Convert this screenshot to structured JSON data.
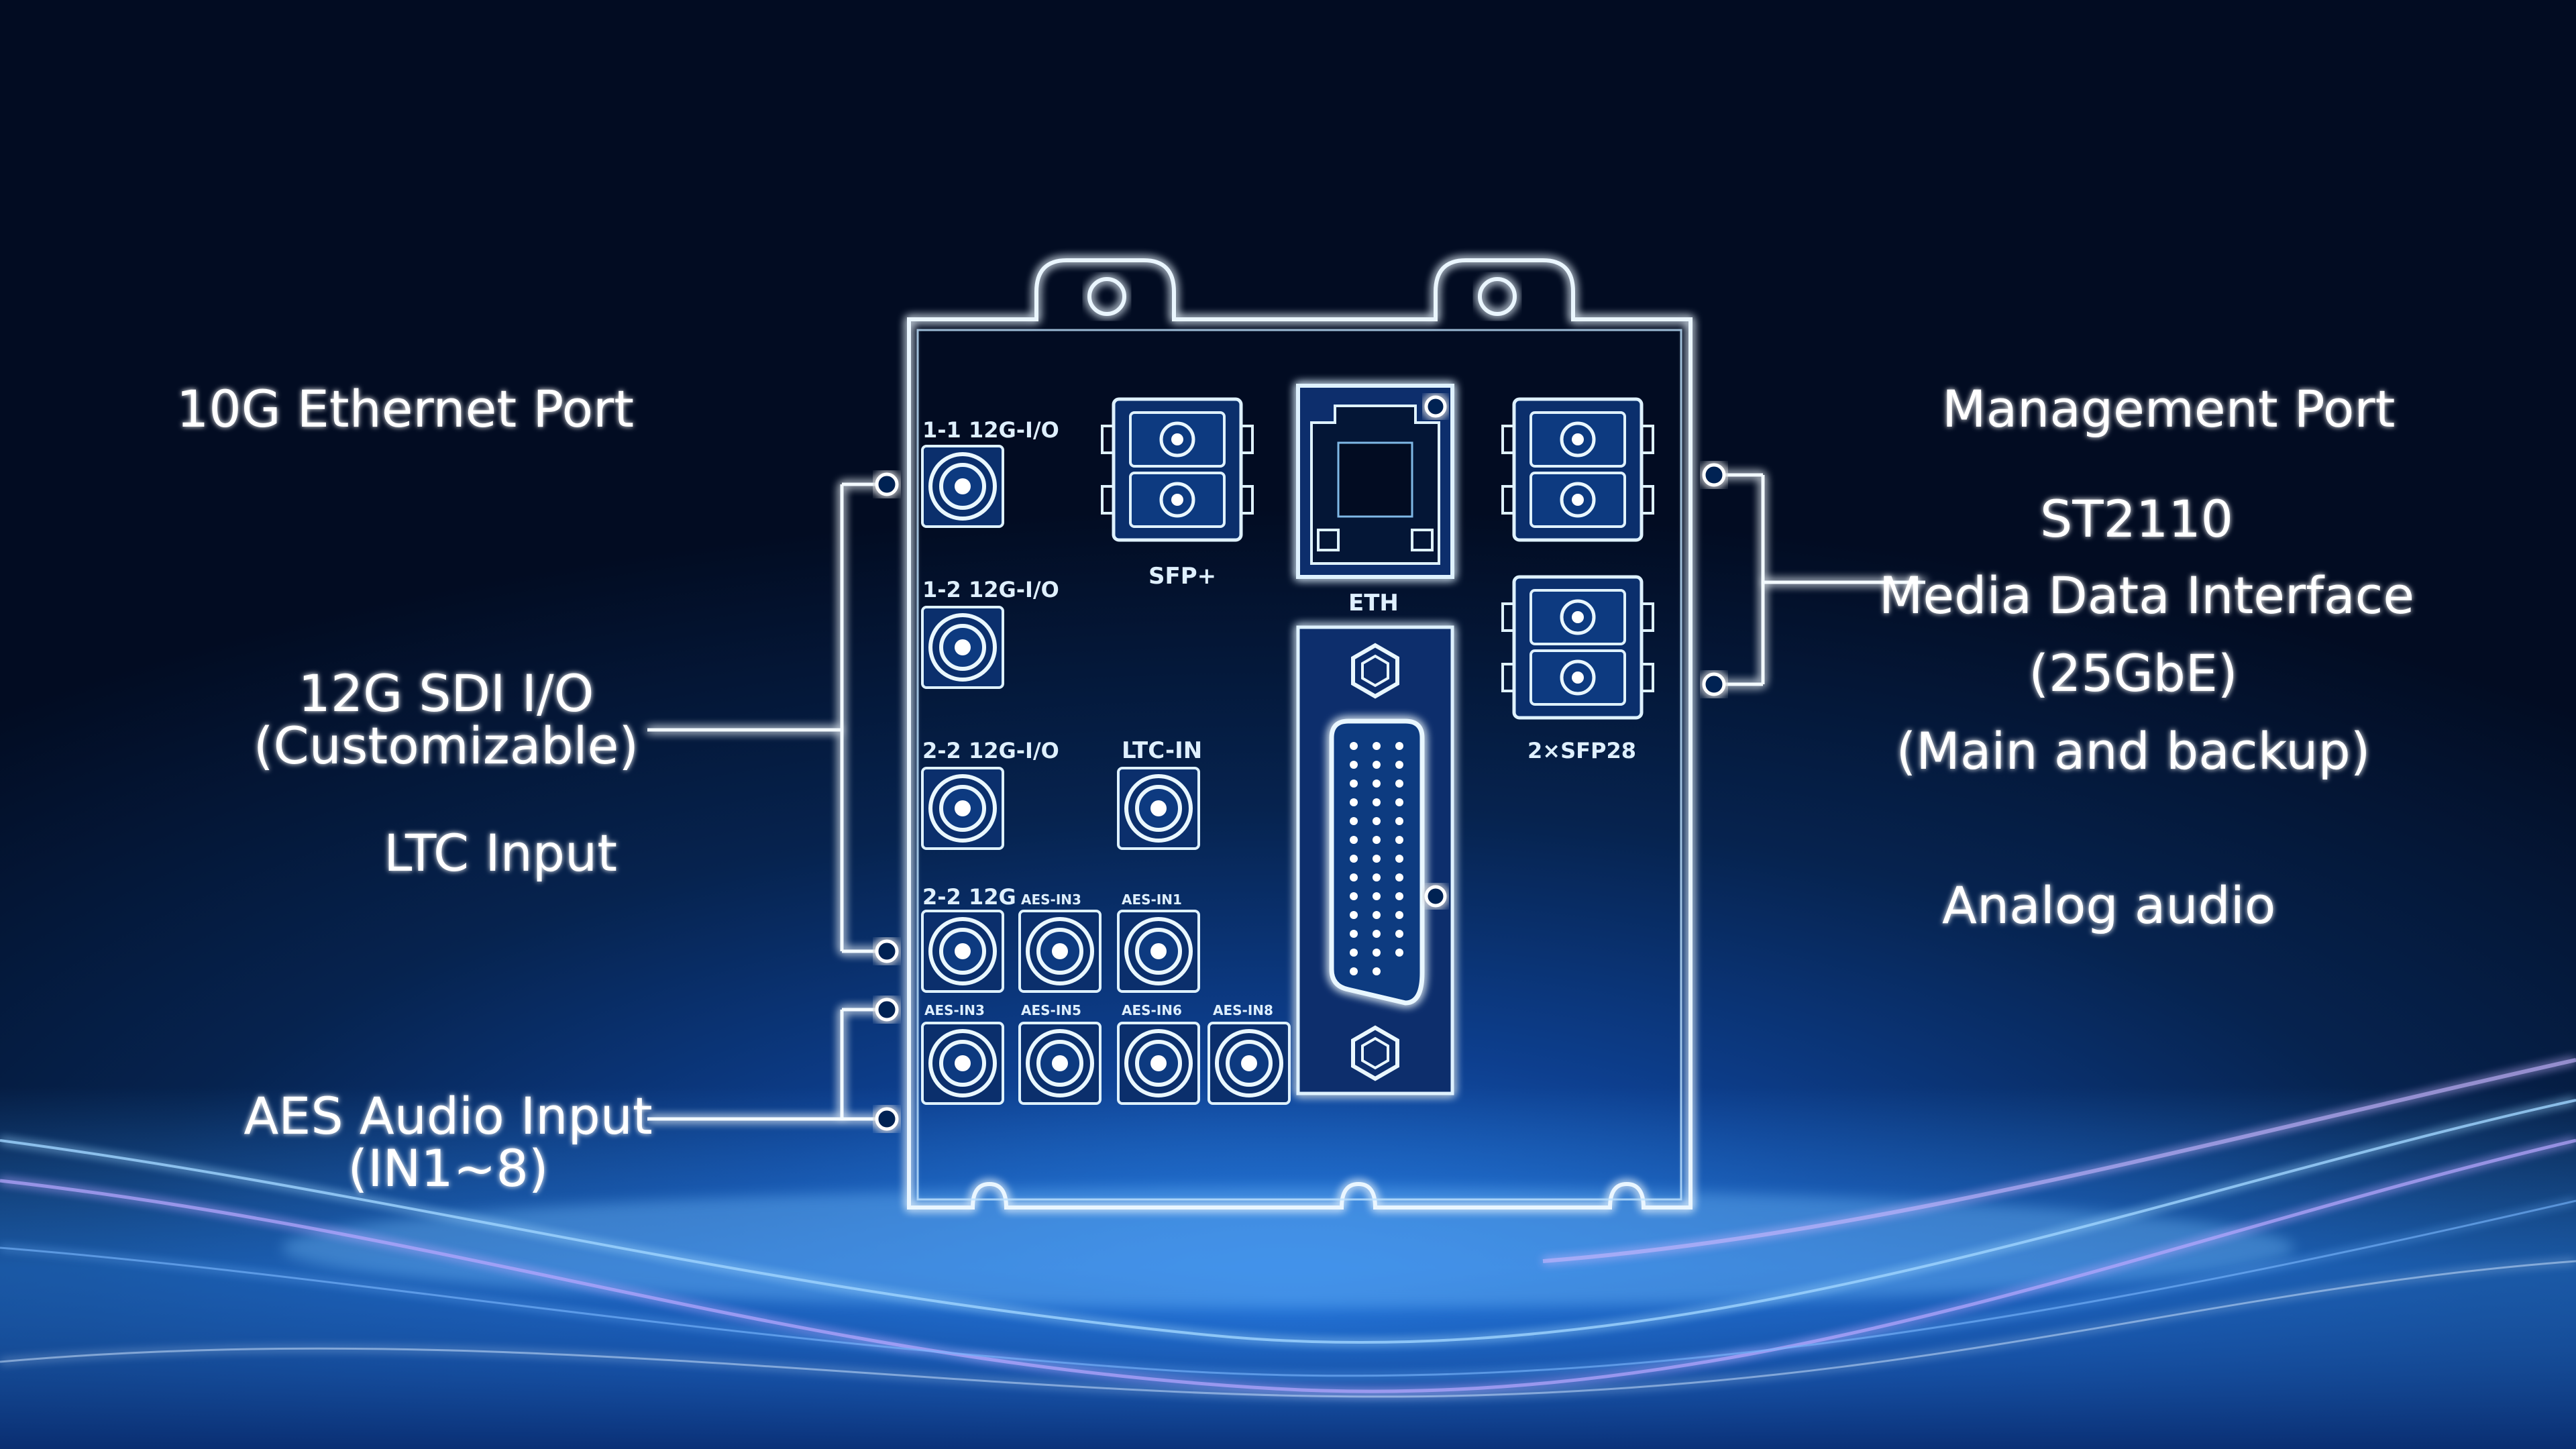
{
  "callouts": {
    "eth10g": "10G Ethernet Port",
    "mgmt": "Management Port",
    "sdi_line1": "12G SDI I/O",
    "sdi_line2": "(Customizable)",
    "ltc": "LTC Input",
    "aes_line1": "AES Audio Input",
    "aes_line2": "(IN1~8)",
    "st2110_line1": "ST2110",
    "st2110_line2": "Media Data Interface",
    "st2110_line3": "(25GbE)",
    "st2110_line4": "(Main and backup)",
    "analog": "Analog audio"
  },
  "panel_labels": {
    "p11": "1-1 12G-I/O",
    "p12": "1-2 12G-I/O",
    "p22": "2-2 12G-I/O",
    "ltcin": "LTC-IN",
    "p22b": "2-2 12G",
    "aesin3a": "AES-IN3",
    "aesin1": "AES-IN1",
    "aesin3b": "AES-IN3",
    "aesin5": "AES-IN5",
    "aesin6": "AES-IN6",
    "aesin8": "AES-IN8",
    "sfp": "SFP+",
    "eth": "ETH",
    "sfp28": "2×SFP28"
  },
  "colors": {
    "glow": "#8fd0ff",
    "line": "#eaf6ff",
    "background": "#031333"
  },
  "icons": [
    "bnc-connector-icon",
    "sfp-cage-icon",
    "rj45-port-icon",
    "db25-connector-icon",
    "hex-screw-icon",
    "mounting-hole-icon"
  ]
}
